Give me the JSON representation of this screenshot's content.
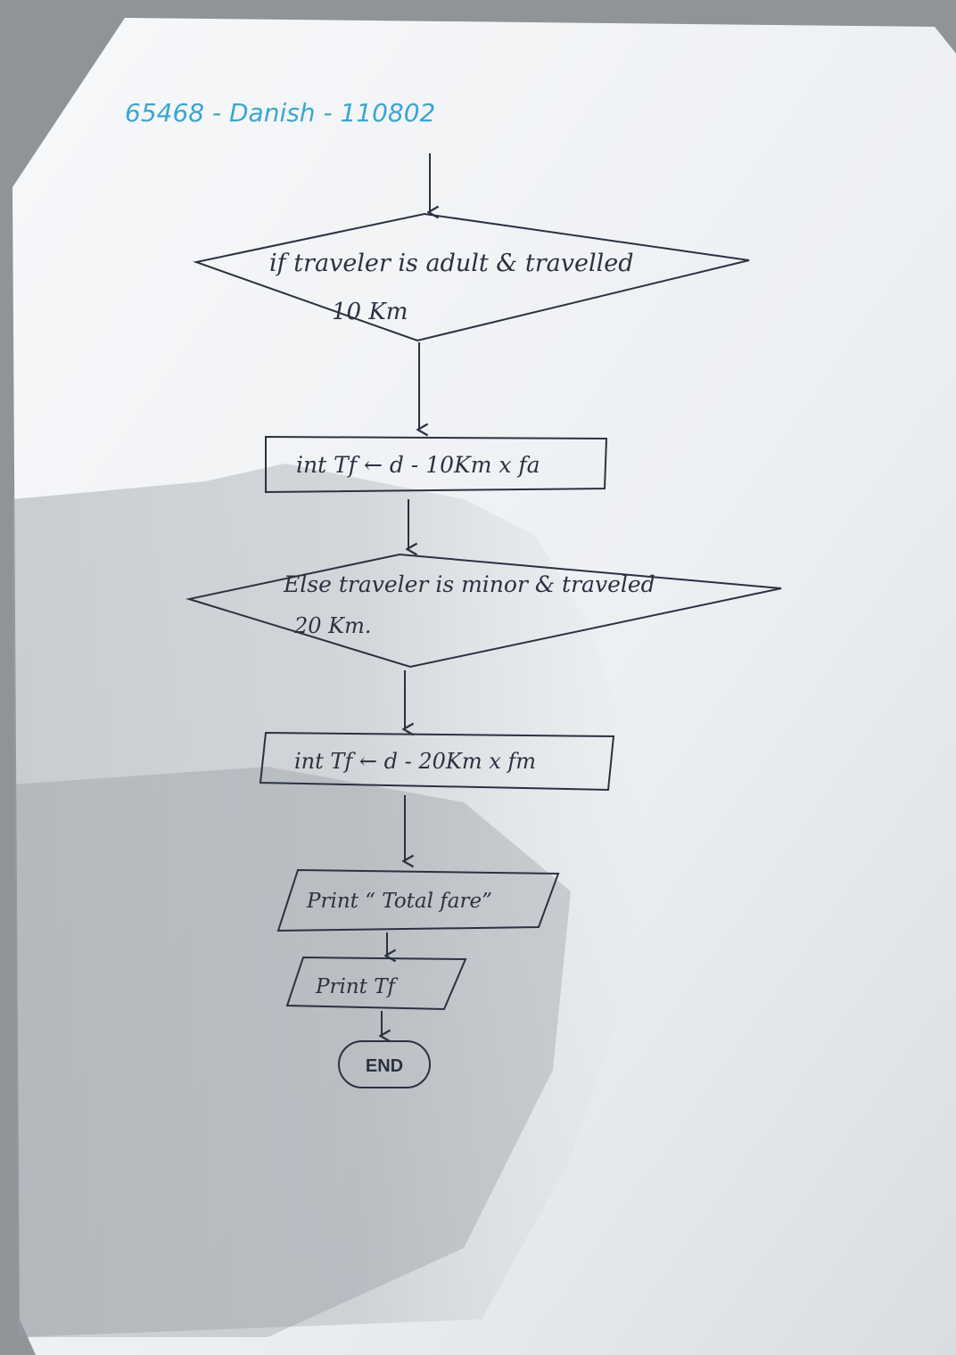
{
  "header": {
    "id_line": "65468 - Danish - 110802"
  },
  "flowchart": {
    "decision_1": {
      "line1": "if traveler is adult & travelled",
      "line2": "10 Km"
    },
    "process_1": "int Tf ← d - 10Km x fa",
    "decision_2": {
      "line1": "Else traveler is minor & traveled",
      "line2": "20 Km."
    },
    "process_2": "int Tf ← d - 20Km x fm",
    "output_1": "Print “ Total fare”",
    "output_2": "Print Tf",
    "terminal": "END"
  },
  "colors": {
    "ink": "#2b3140",
    "id_ink": "#3aa6cf",
    "paper": "#eef1f4",
    "shadow": "#9aa0a6"
  }
}
